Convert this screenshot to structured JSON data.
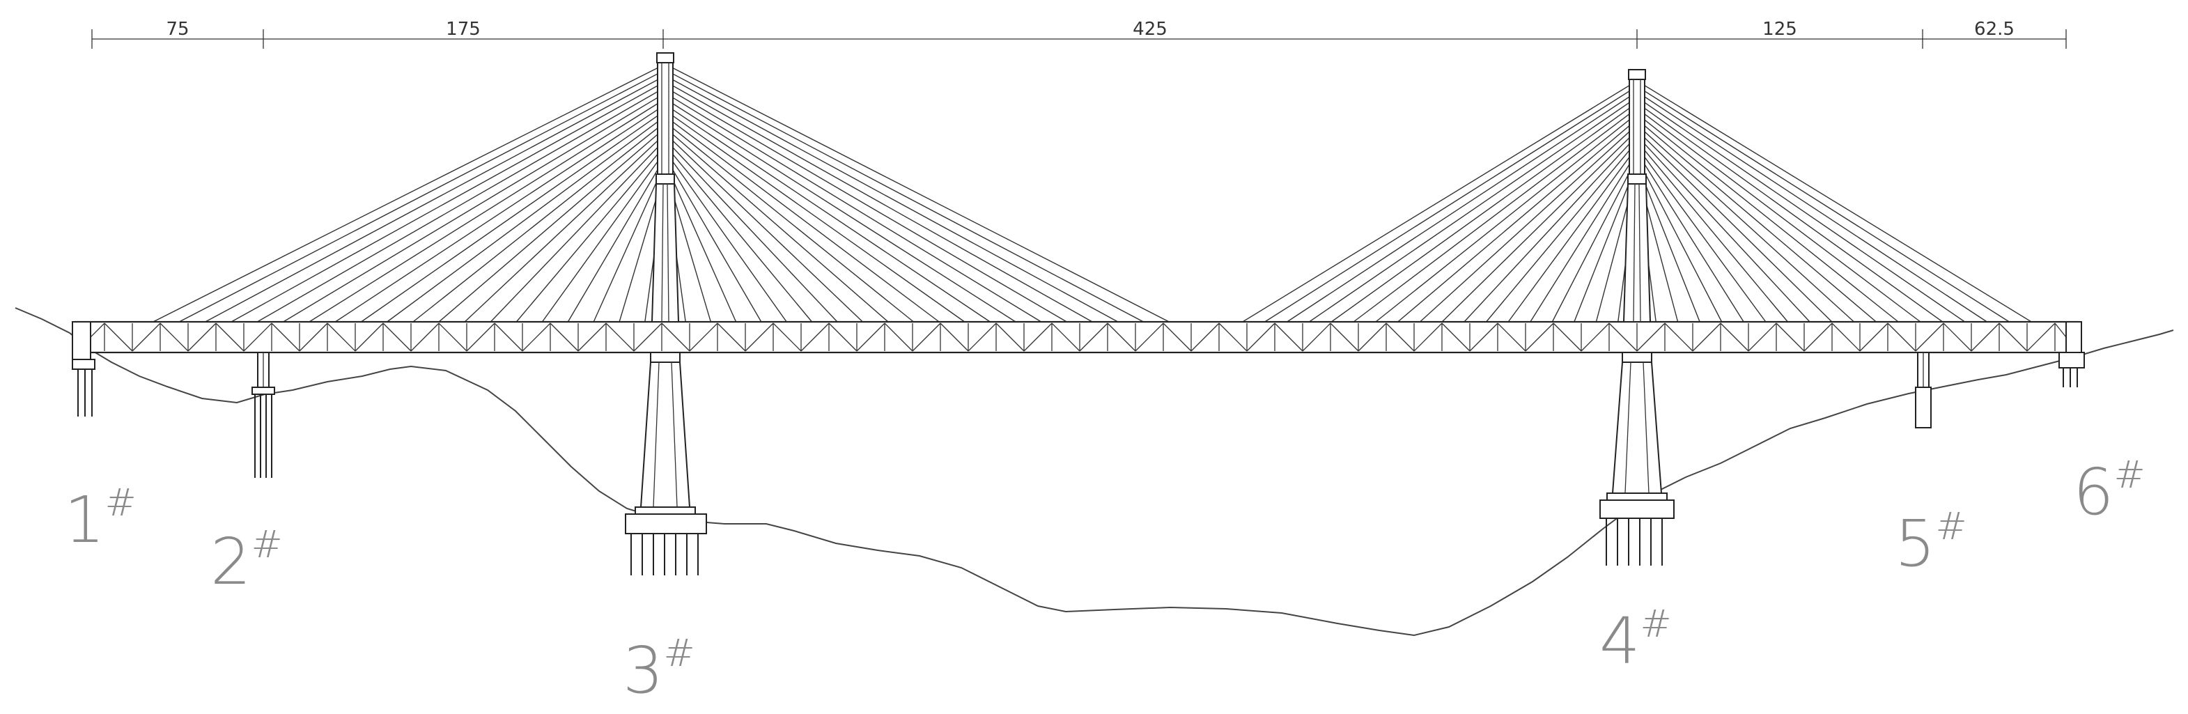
{
  "spans": [
    "75",
    "175",
    "425",
    "125",
    "62.5"
  ],
  "piers": [
    {
      "num": "1",
      "mark": "#"
    },
    {
      "num": "2",
      "mark": "#"
    },
    {
      "num": "3",
      "mark": "#"
    },
    {
      "num": "4",
      "mark": "#"
    },
    {
      "num": "5",
      "mark": "#"
    },
    {
      "num": "6",
      "mark": "#"
    }
  ]
}
